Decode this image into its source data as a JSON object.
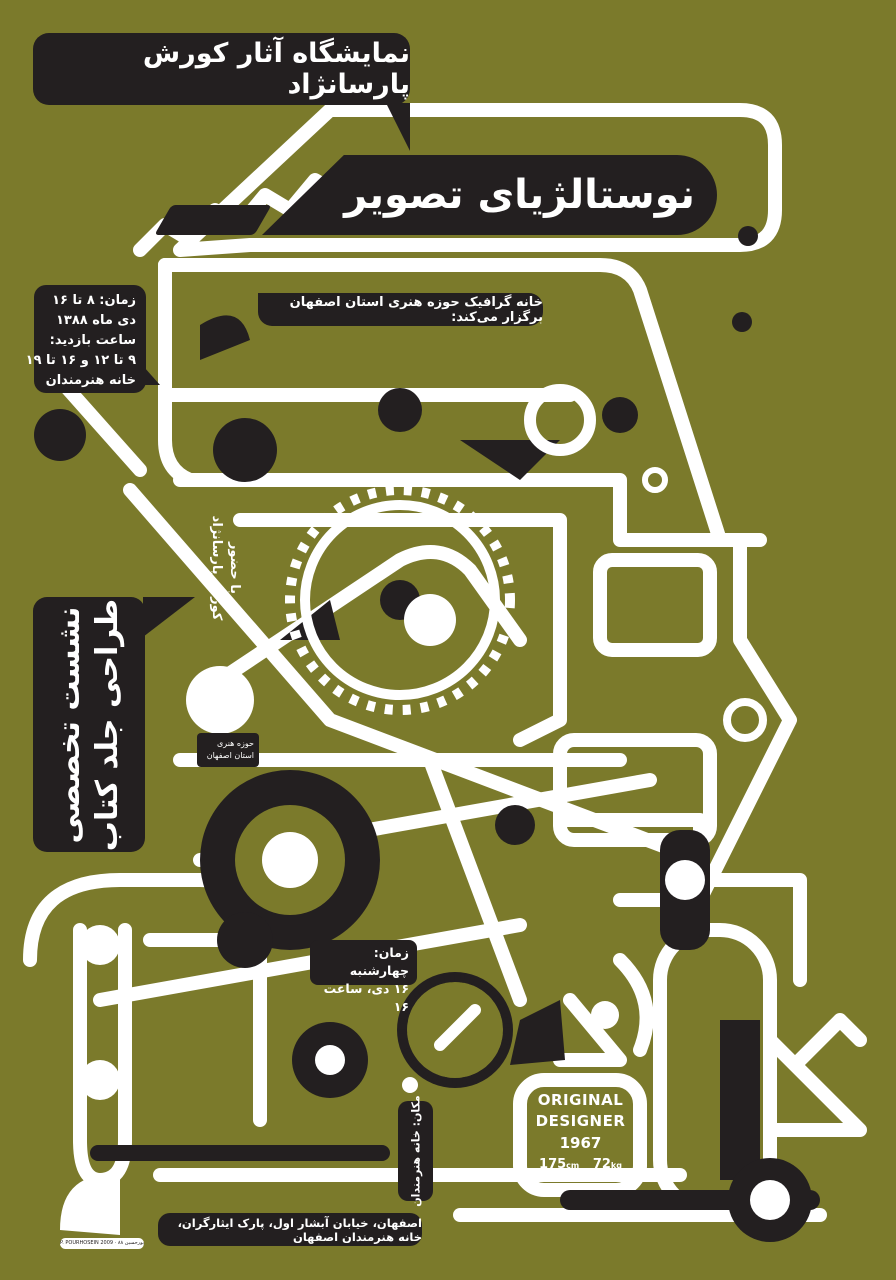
{
  "poster": {
    "colors": {
      "background": "#7b7a2b",
      "ink": "#231f20",
      "line": "#ffffff"
    },
    "exhibition_title": "نمایشگاه آثار کورش پارسانژاد",
    "subtitle": "نوستالژیای تصویر",
    "organizer": "خانه گرافیک حوزه هنری استان اصفهان برگزار می‌کند:",
    "exhibition_info": {
      "lines": [
        "زمان: ۸ تا ۱۶",
        "دی ماه ۱۳۸۸",
        "ساعت بازدید:",
        "۹ تا ۱۲ و ۱۶ تا ۱۹",
        "خانه هنرمندان"
      ]
    },
    "talk": {
      "line1": "نشست تخصصی",
      "line2": "طراحی جلد کتاب"
    },
    "presence": {
      "line1": "با حضور",
      "line2": "کورش پارسانژاد"
    },
    "logo_caption": {
      "line1": "حوزه هنری",
      "line2": "استان اصفهان"
    },
    "talk_time": {
      "line1": "زمان: چهارشنبه",
      "line2": "۱۶ دی، ساعت ۱۶"
    },
    "talk_place": "مکان: خانه هنرمندان",
    "address": "اصفهان، خیابان آبشار اول، پارک ایثارگران، خانه هنرمندان اصفهان",
    "credit": "P. POURHOSEIN 2009 · پیمان پورحسین ۸۸",
    "badge": {
      "line1": "ORIGINAL",
      "line2": "DESIGNER",
      "year": "1967",
      "height_value": "175",
      "height_unit": "cm",
      "weight_value": "72",
      "weight_unit": "kg"
    }
  }
}
